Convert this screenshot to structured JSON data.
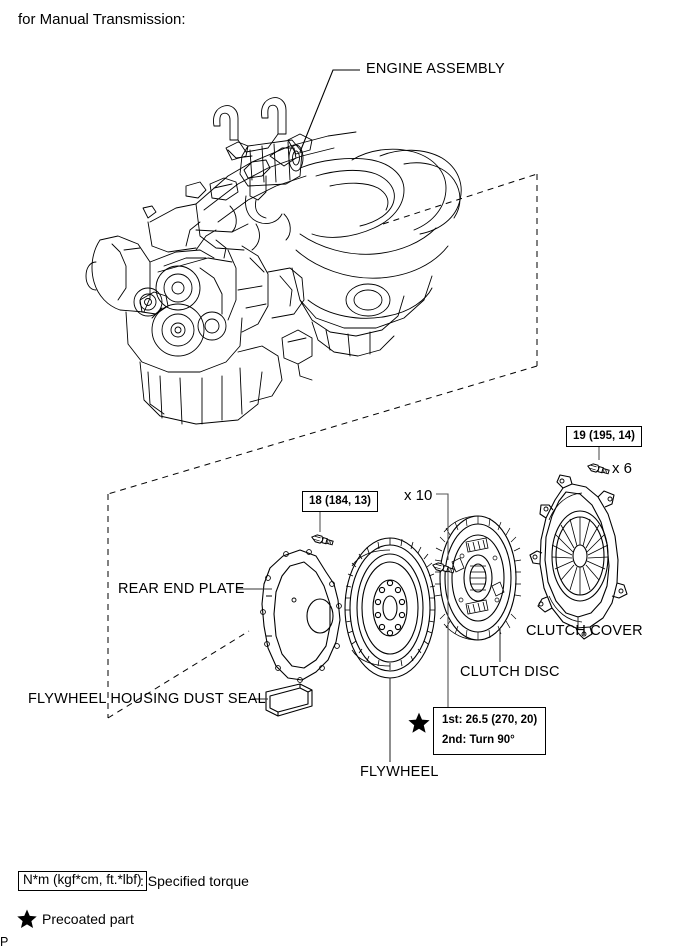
{
  "document": {
    "heading": "for Manual Transmission:",
    "page_mark": "P"
  },
  "callouts": [
    {
      "id": "engine-assembly",
      "label": "ENGINE ASSEMBLY"
    },
    {
      "id": "rear-end-plate",
      "label": "REAR END PLATE"
    },
    {
      "id": "flywheel-housing-dust-seal",
      "label": "FLYWHEEL HOUSING DUST SEAL"
    },
    {
      "id": "clutch-cover",
      "label": "CLUTCH COVER"
    },
    {
      "id": "clutch-disc",
      "label": "CLUTCH DISC"
    },
    {
      "id": "flywheel",
      "label": "FLYWHEEL"
    }
  ],
  "torque_specs": [
    {
      "id": "rear-end-plate-bolt",
      "value": "18 (184, 13)",
      "nm": 18,
      "kgfcm": 184,
      "ftlbf": 13,
      "quantity": null
    },
    {
      "id": "clutch-cover-bolt",
      "value": "19 (195, 14)",
      "nm": 19,
      "kgfcm": 195,
      "ftlbf": 14,
      "quantity": "x 6"
    },
    {
      "id": "flywheel-bolt",
      "precoated": true,
      "quantity": "x 10",
      "step1": "1st: 26.5 (270, 20)",
      "step2": "2nd: Turn 90°"
    }
  ],
  "multipliers": {
    "flywheel_bolts": "x 10",
    "clutch_cover_bolts": "x 6"
  },
  "legend": {
    "torque_unit": "N*m (kgf*cm, ft.*lbf)",
    "torque_meaning": ": Specified torque",
    "precoated_label": "Precoated part",
    "star_symbol": "★"
  },
  "colors": {
    "line": "#000000",
    "background": "#ffffff",
    "leader": "#555555"
  }
}
